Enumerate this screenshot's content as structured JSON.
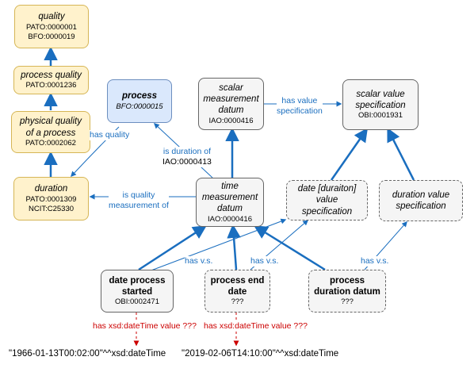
{
  "nodes": {
    "quality": {
      "title": "quality",
      "ids": [
        "PATO:0000001",
        "BFO:0000019"
      ]
    },
    "process_quality": {
      "title": "process quality",
      "ids": [
        "PATO:0001236"
      ]
    },
    "physical_quality": {
      "title_lines": [
        "physical quality",
        "of a process"
      ],
      "ids": [
        "PATO:0002062"
      ]
    },
    "duration": {
      "title": "duration",
      "ids": [
        "PATO:0001309",
        "NCIT:C25330"
      ]
    },
    "process": {
      "title": "process",
      "ids": [
        "BFO:0000015"
      ]
    },
    "scalar_measurement_datum": {
      "title_lines": [
        "scalar",
        "measurement",
        "datum"
      ],
      "ids": [
        "IAO:0000416"
      ]
    },
    "scalar_value_specification": {
      "title_lines": [
        "scalar value",
        "specification"
      ],
      "ids": [
        "OBI:0001931"
      ]
    },
    "time_measurement_datum": {
      "title_lines": [
        "time",
        "measurement",
        "datum"
      ],
      "ids": [
        "IAO:0000416"
      ]
    },
    "date_duration_value_spec": {
      "title_lines": [
        "date [duraiton]",
        "value",
        "specification"
      ]
    },
    "duration_value_spec": {
      "title_lines": [
        "duration value",
        "specification"
      ]
    },
    "date_process_started": {
      "title_lines": [
        "date process",
        "started"
      ],
      "ids": [
        "OBI:0002471"
      ]
    },
    "process_end_date": {
      "title_lines": [
        "process end",
        "date"
      ],
      "ids": [
        "???"
      ]
    },
    "process_duration_datum": {
      "title_lines": [
        "process",
        "duration datum"
      ],
      "ids": [
        "???"
      ]
    }
  },
  "edge_labels": {
    "has_quality": "has quality",
    "is_duration_of": {
      "lines": [
        "is duration of",
        "IAO:0000413"
      ]
    },
    "has_value_spec": {
      "lines": [
        "has value",
        "specification"
      ]
    },
    "is_quality_measurement_of": {
      "lines": [
        "is quality",
        "measurement of"
      ]
    },
    "has_vs_1": "has v.s.",
    "has_vs_2": "has v.s.",
    "has_vs_3": "has v.s.",
    "has_xsd_1": "has xsd:dateTime value ???",
    "has_xsd_2": "has xsd:dateTime value ???"
  },
  "literals": {
    "start": "\"1966-01-13T00:02:00\"^^xsd:dateTime",
    "end": "\"2019-02-06T14:10:00\"^^xsd:dateTime"
  },
  "colors": {
    "edge_blue": "#1a6ebf",
    "edge_red": "#cc0000",
    "yellow_fill": "#fff2cc",
    "blue_fill": "#dae8fc",
    "gray_fill": "#f5f5f5"
  }
}
